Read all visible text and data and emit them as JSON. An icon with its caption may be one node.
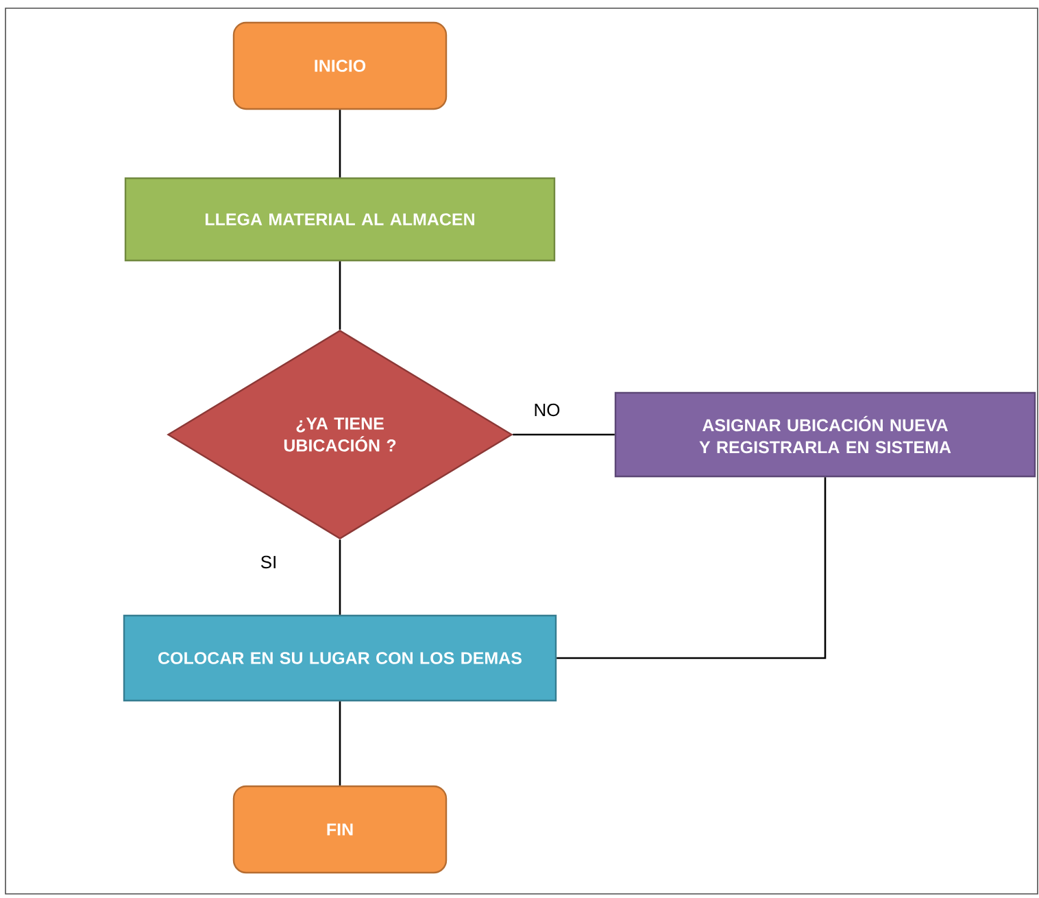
{
  "diagram": {
    "nodes": [
      {
        "text": [
          "INICIO"
        ]
      },
      {
        "text": [
          "LLEGA MATERIAL AL ALMACEN"
        ]
      },
      {
        "text": [
          "¿YA TIENE UBICACIÓN ?"
        ]
      },
      {
        "text": [
          "ASIGNAR UBICACIÓN NUEVA Y REGISTRARLA EN SISTEMA"
        ]
      },
      {
        "text": [
          "COLOCAR EN SU LUGAR CON LOS DEMAS"
        ]
      },
      {
        "text": [
          "FIN"
        ]
      }
    ],
    "edges": [
      {
        "from": 0,
        "to": 1,
        "arrow": "none"
      },
      {
        "from": 1,
        "to": 2,
        "arrow": "none"
      },
      {
        "from": 2,
        "to": 3,
        "arrow": "none",
        "label": "NO"
      },
      {
        "from": 2,
        "to": 4,
        "arrow": "none",
        "label": "SI"
      },
      {
        "from": 3,
        "to": 4,
        "arrow": "none"
      },
      {
        "from": 4,
        "to": 5,
        "arrow": "none"
      }
    ]
  }
}
